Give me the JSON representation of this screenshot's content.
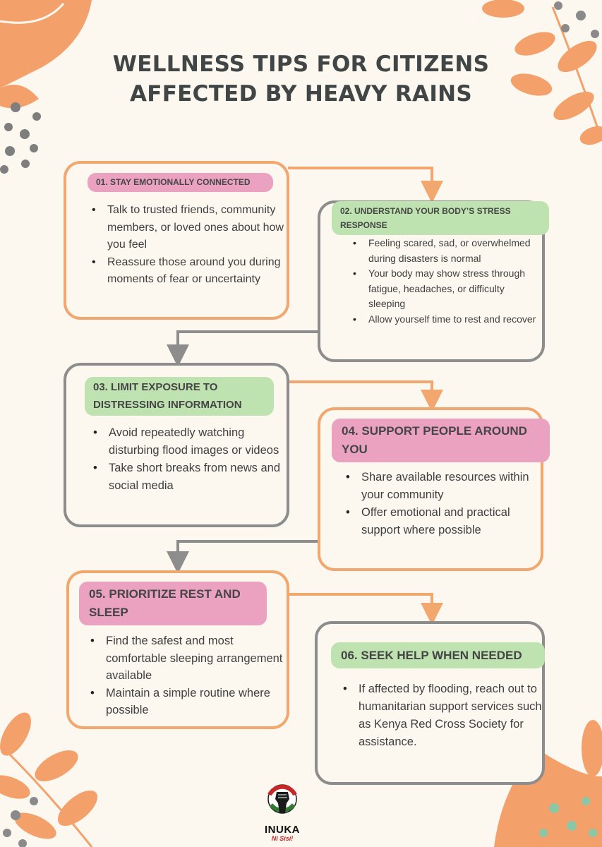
{
  "title": {
    "line1": "WELLNESS TIPS FOR  CITIZENS",
    "line2": "AFFECTED BY HEAVY RAINS"
  },
  "colors": {
    "background": "#fcf8ef",
    "orange": "#f2a76f",
    "grey": "#8d8d8d",
    "pink": "#eaa2c0",
    "green": "#bfe3b0",
    "title": "#404546"
  },
  "tips": [
    {
      "heading": "01. STAY EMOTIONALLY CONNECTED",
      "points": [
        "Talk to trusted friends, community members, or loved ones about how you feel",
        "Reassure those around you during moments of fear or uncertainty"
      ]
    },
    {
      "heading": "02.  UNDERSTAND YOUR BODY’S STRESS RESPONSE",
      "points": [
        "Feeling scared, sad, or overwhelmed during disasters is normal",
        " Your body may show stress through fatigue, headaches, or difficulty sleeping",
        " Allow yourself time to rest and recover"
      ]
    },
    {
      "heading": "03.  LIMIT EXPOSURE TO DISTRESSING INFORMATION",
      "points": [
        "Avoid repeatedly watching disturbing flood images or videos",
        " Take short breaks from news and social media"
      ]
    },
    {
      "heading": "04. SUPPORT PEOPLE AROUND YOU",
      "points": [
        "Share available resources within your community",
        " Offer emotional and practical support where possible"
      ]
    },
    {
      "heading": "05. PRIORITIZE REST AND SLEEP",
      "points": [
        "Find the safest and most comfortable sleeping arrangement available",
        " Maintain a simple routine where possible"
      ]
    },
    {
      "heading": "06. SEEK HELP WHEN NEEDED",
      "points": [
        "If affected by flooding, reach out to humanitarian support services such as Kenya Red Cross Society for assistance."
      ]
    }
  ],
  "logo": {
    "name": "INUKA",
    "tagline": "Ni Sisi!"
  }
}
